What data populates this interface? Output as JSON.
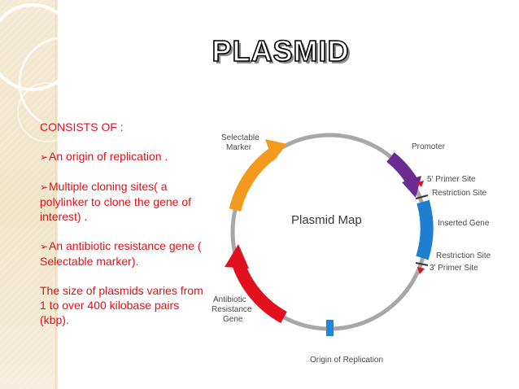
{
  "slide": {
    "title": "PLASMID",
    "intro": "CONSISTS OF :",
    "bullets": [
      "An origin of replication .",
      "Multiple cloning sites( a polylinker to clone the gene of interest) .",
      "An antibiotic resistance gene ( Selectable marker)."
    ],
    "bullet_glyph": "➢",
    "footnote": "The size of plasmids varies from 1 to over 400 kilobase pairs (kbp)."
  },
  "diagram": {
    "title": "Plasmid Map",
    "labels": {
      "selectable_marker": [
        "Selectable",
        "Marker"
      ],
      "promoter": "Promoter",
      "primer_site_5": "5' Primer Site",
      "restriction_site_1": "Restriction Site",
      "inserted_gene": "Inserted Gene",
      "restriction_site_2": "Restriction Site",
      "primer_site_3": "3' Primer Site",
      "antibiotic_resistance_gene": [
        "Antibiotic",
        "Resistance",
        "Gene"
      ],
      "origin_of_replication": "Origin of Replication"
    },
    "colors": {
      "backbone": "#a7a7a7",
      "selectable_marker": "#f39a1e",
      "promoter": "#6a2c91",
      "inserted_gene": "#1e7fd0",
      "antibiotic_resistance": "#e2101e",
      "origin_of_replication": "#1e88d8",
      "restriction_marks": "#d8141c",
      "label_text": "#4a4a4a"
    }
  },
  "theme": {
    "text_red": "#e1101a",
    "title_fill": "#ffffff",
    "title_outline": "#000000",
    "side_band": "#efe4c6"
  }
}
